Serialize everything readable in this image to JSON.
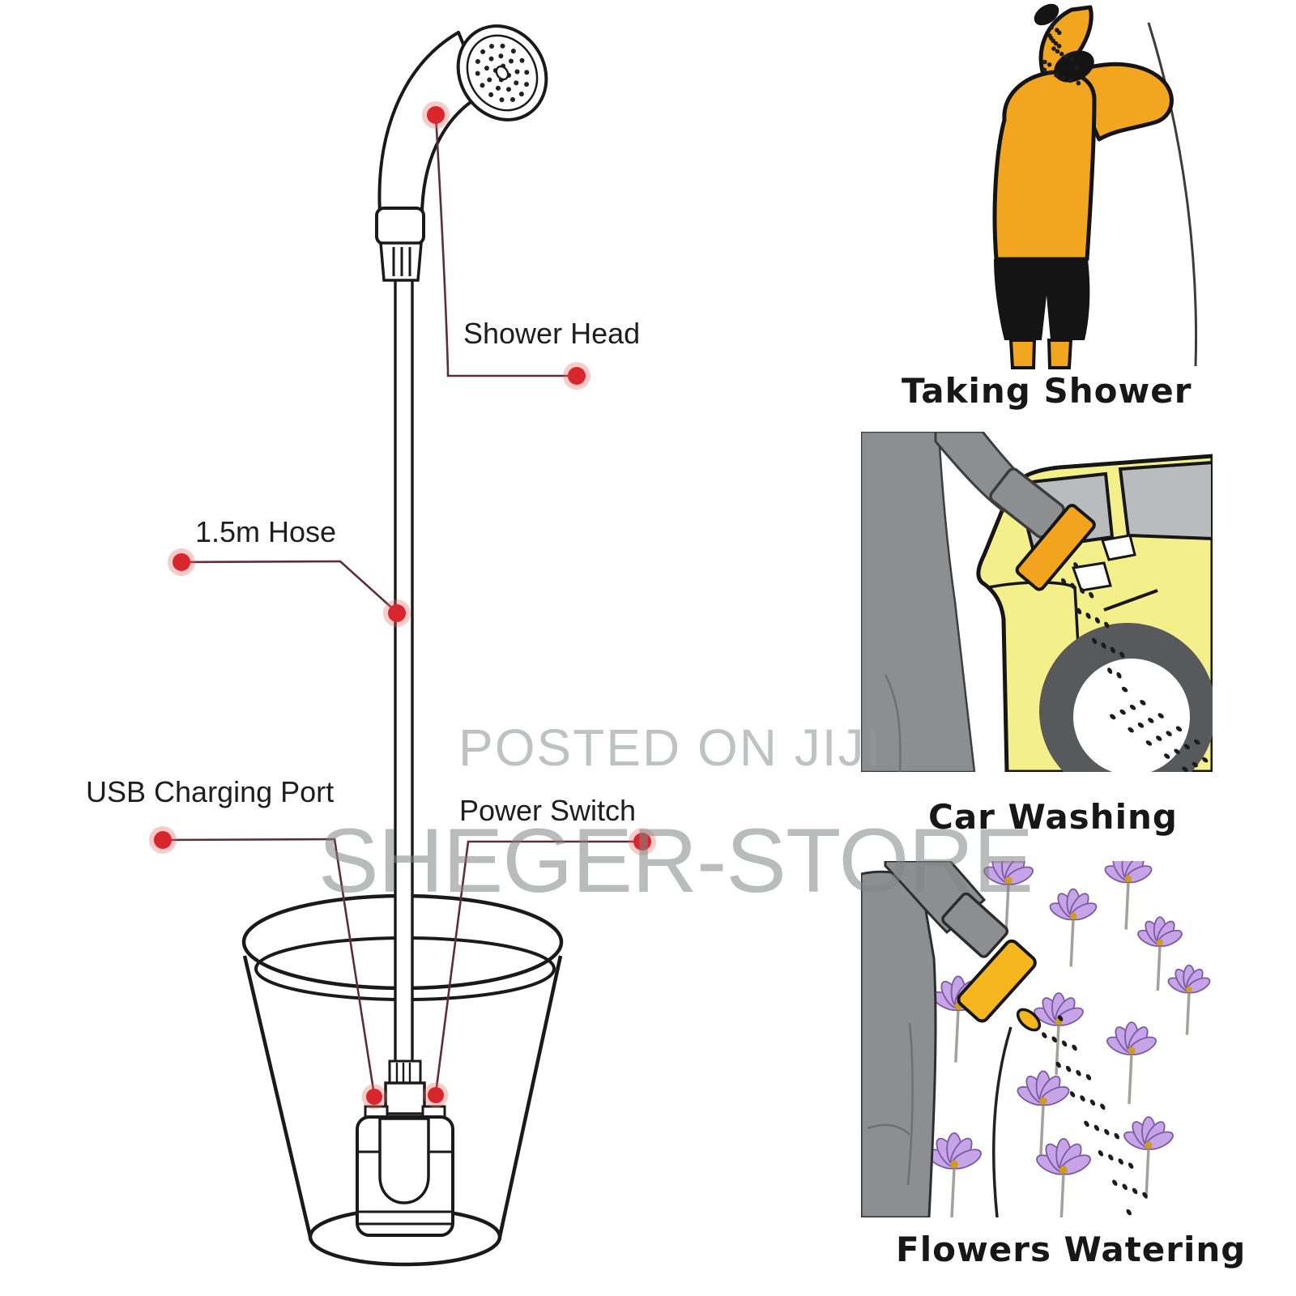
{
  "watermarks": {
    "posted_on": "POSTED ON JIJI",
    "store": "SHEGER-STORE"
  },
  "diagram": {
    "labels": {
      "shower_head": "Shower Head",
      "hose": "1.5m Hose",
      "usb": "USB Charging Port",
      "power": "Power Switch"
    }
  },
  "usage_examples": [
    {
      "caption": "Taking Shower"
    },
    {
      "caption": "Car Washing"
    },
    {
      "caption": "Flowers Watering"
    }
  ],
  "colors": {
    "accent_red": "#d8262c",
    "callout_line": "#5c2e38",
    "ink": "#1a1a1a",
    "skin_orange": "#f2a51f",
    "car_yellow": "#f3f08c",
    "window_grey": "#babbbc",
    "figure_grey": "#8d8e90",
    "flower_purple": "#c7a3e8",
    "flower_center": "#cf9c1e",
    "watermark_grey": "#9da1a0"
  }
}
